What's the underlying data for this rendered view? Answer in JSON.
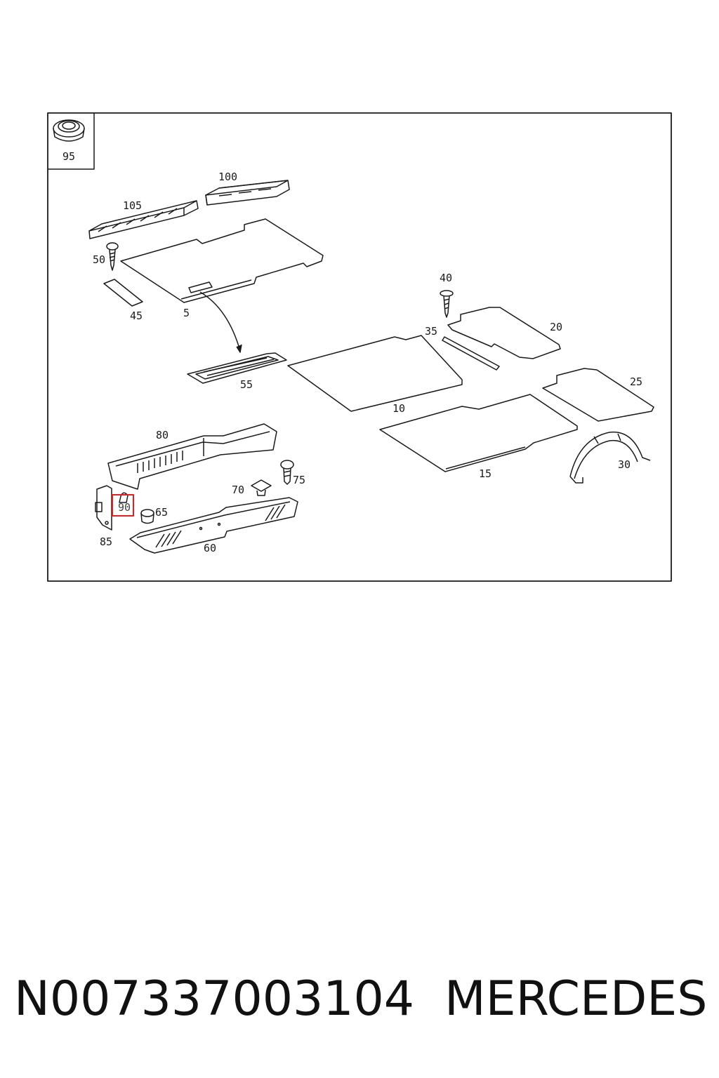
{
  "diagram": {
    "highlighted_callout": "90",
    "highlight_color": "#e02020",
    "line_color": "#1a1a1a",
    "callouts": {
      "c5": "5",
      "c10": "10",
      "c15": "15",
      "c20": "20",
      "c25": "25",
      "c30": "30",
      "c35": "35",
      "c40": "40",
      "c45": "45",
      "c50": "50",
      "c55": "55",
      "c60": "60",
      "c65": "65",
      "c70": "70",
      "c75": "75",
      "c80": "80",
      "c85": "85",
      "c90": "90",
      "c95": "95",
      "c100": "100",
      "c105": "105"
    }
  },
  "caption": {
    "part_number": "N007337003104",
    "brand": "MERCEDES"
  }
}
